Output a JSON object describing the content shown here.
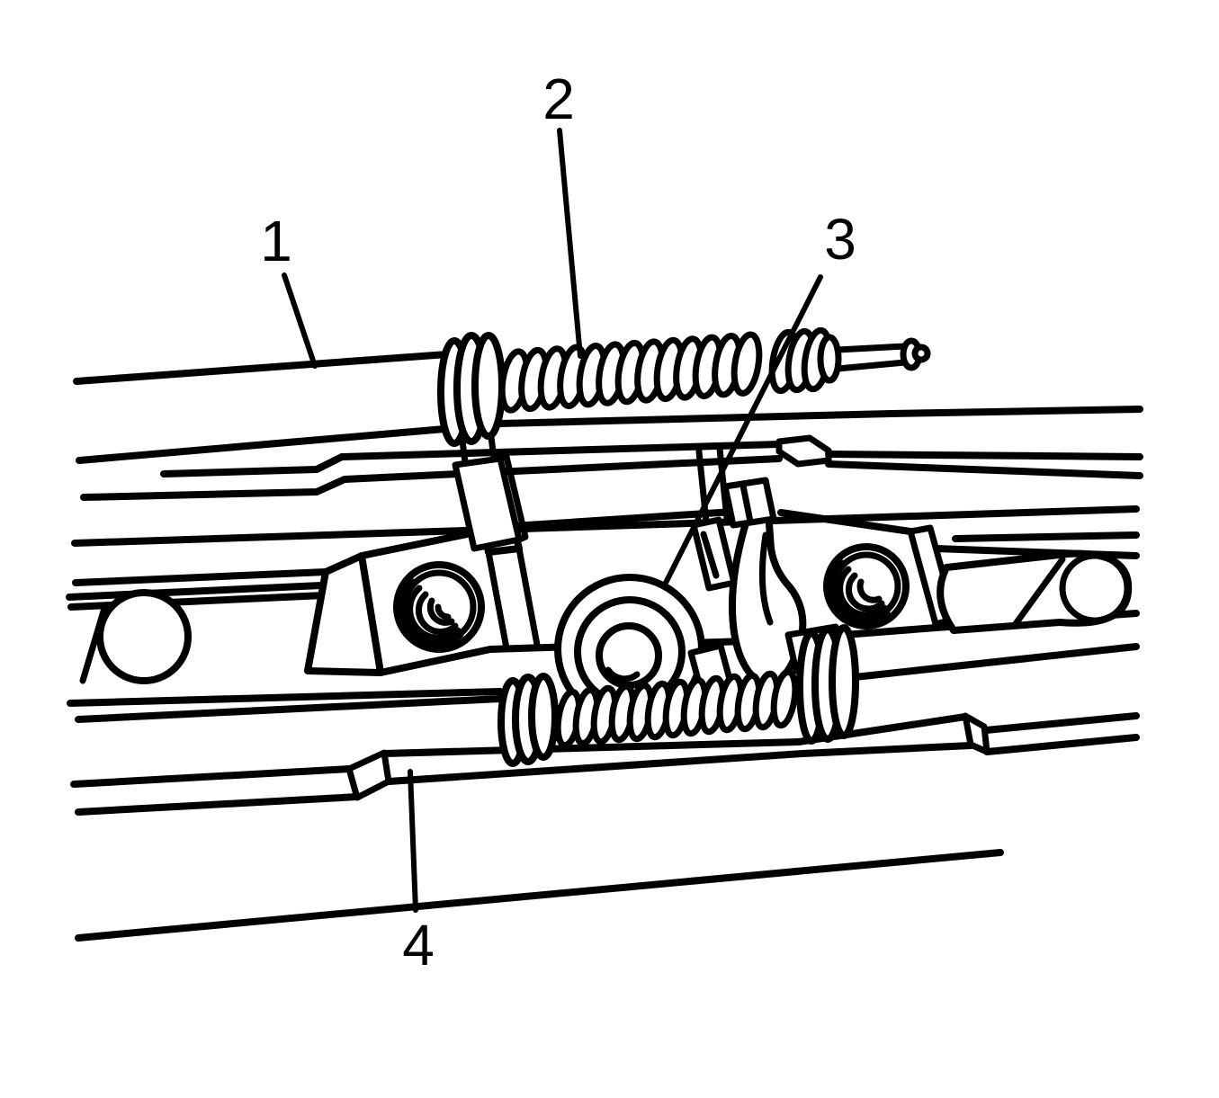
{
  "figure": {
    "kind": "technical line illustration",
    "background_color": "#ffffff",
    "line_color": "#000000"
  },
  "callouts": [
    {
      "label": "1"
    },
    {
      "label": "2"
    },
    {
      "label": "3"
    },
    {
      "label": "4"
    }
  ]
}
